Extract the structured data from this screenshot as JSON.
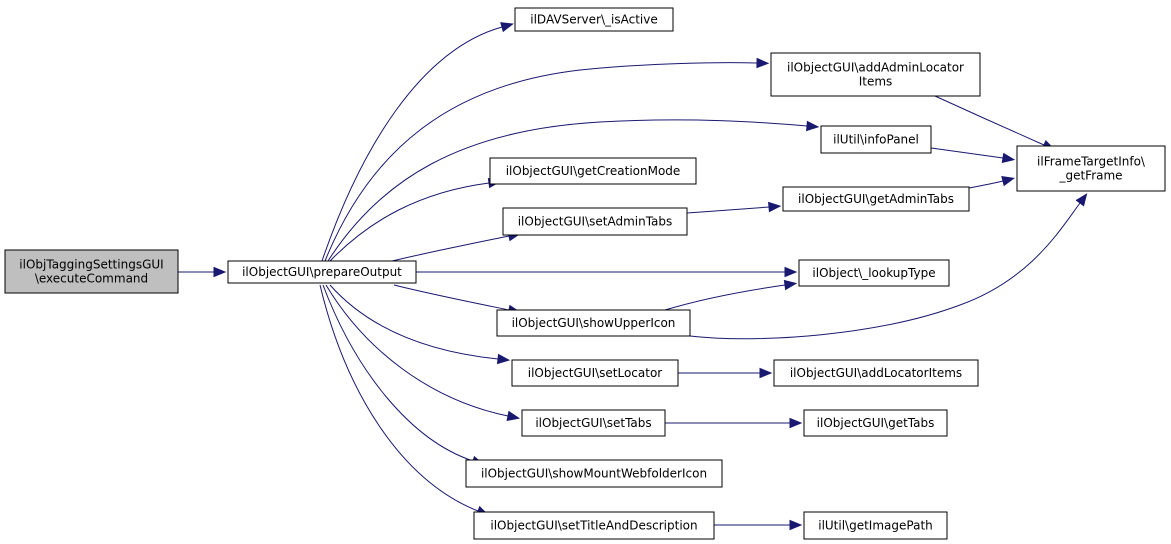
{
  "diagram": {
    "kind": "call-graph",
    "colors": {
      "edge": "#191970",
      "node_border": "#000000",
      "node_fill": "#ffffff",
      "root_fill": "#bfbfbf"
    },
    "nodes": [
      {
        "id": "executeCommand",
        "lines": [
          "ilObjTaggingSettingsGUI",
          "\\executeCommand"
        ],
        "root": true
      },
      {
        "id": "prepareOutput",
        "lines": [
          "ilObjectGUI\\prepareOutput"
        ]
      },
      {
        "id": "isActive",
        "lines": [
          "ilDAVServer\\_isActive"
        ]
      },
      {
        "id": "addAdminLocatorItems",
        "lines": [
          "ilObjectGUI\\addAdminLocator",
          "Items"
        ]
      },
      {
        "id": "infoPanel",
        "lines": [
          "ilUtil\\infoPanel"
        ]
      },
      {
        "id": "getCreationMode",
        "lines": [
          "ilObjectGUI\\getCreationMode"
        ]
      },
      {
        "id": "setAdminTabs",
        "lines": [
          "ilObjectGUI\\setAdminTabs"
        ]
      },
      {
        "id": "getAdminTabs",
        "lines": [
          "ilObjectGUI\\getAdminTabs"
        ]
      },
      {
        "id": "getFrame",
        "lines": [
          "ilFrameTargetInfo\\",
          "_getFrame"
        ]
      },
      {
        "id": "lookupType",
        "lines": [
          "ilObject\\_lookupType"
        ]
      },
      {
        "id": "showUpperIcon",
        "lines": [
          "ilObjectGUI\\showUpperIcon"
        ]
      },
      {
        "id": "setLocator",
        "lines": [
          "ilObjectGUI\\setLocator"
        ]
      },
      {
        "id": "addLocatorItems",
        "lines": [
          "ilObjectGUI\\addLocatorItems"
        ]
      },
      {
        "id": "setTabs",
        "lines": [
          "ilObjectGUI\\setTabs"
        ]
      },
      {
        "id": "getTabs",
        "lines": [
          "ilObjectGUI\\getTabs"
        ]
      },
      {
        "id": "showMountWebfolderIcon",
        "lines": [
          "ilObjectGUI\\showMountWebfolderIcon"
        ]
      },
      {
        "id": "setTitleAndDescription",
        "lines": [
          "ilObjectGUI\\setTitleAndDescription"
        ]
      },
      {
        "id": "getImagePath",
        "lines": [
          "ilUtil\\getImagePath"
        ]
      }
    ],
    "edges": [
      {
        "from": "executeCommand",
        "to": "prepareOutput"
      },
      {
        "from": "prepareOutput",
        "to": "isActive"
      },
      {
        "from": "prepareOutput",
        "to": "addAdminLocatorItems"
      },
      {
        "from": "prepareOutput",
        "to": "infoPanel"
      },
      {
        "from": "prepareOutput",
        "to": "getCreationMode"
      },
      {
        "from": "prepareOutput",
        "to": "setAdminTabs"
      },
      {
        "from": "prepareOutput",
        "to": "lookupType"
      },
      {
        "from": "prepareOutput",
        "to": "showUpperIcon"
      },
      {
        "from": "prepareOutput",
        "to": "setLocator"
      },
      {
        "from": "prepareOutput",
        "to": "setTabs"
      },
      {
        "from": "prepareOutput",
        "to": "showMountWebfolderIcon"
      },
      {
        "from": "prepareOutput",
        "to": "setTitleAndDescription"
      },
      {
        "from": "addAdminLocatorItems",
        "to": "getFrame"
      },
      {
        "from": "infoPanel",
        "to": "getFrame"
      },
      {
        "from": "setAdminTabs",
        "to": "getAdminTabs"
      },
      {
        "from": "getAdminTabs",
        "to": "getFrame"
      },
      {
        "from": "showUpperIcon",
        "to": "lookupType"
      },
      {
        "from": "showUpperIcon",
        "to": "getFrame"
      },
      {
        "from": "setLocator",
        "to": "addLocatorItems"
      },
      {
        "from": "setTabs",
        "to": "getTabs"
      },
      {
        "from": "setTitleAndDescription",
        "to": "getImagePath"
      }
    ]
  }
}
